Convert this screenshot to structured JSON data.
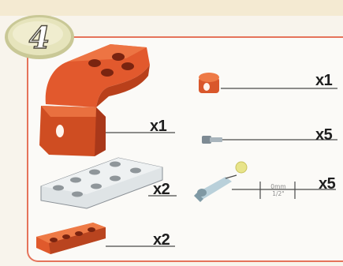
{
  "step": {
    "number": "4"
  },
  "parts": [
    {
      "name": "curved bracket",
      "quantity": "x1",
      "color": "#e2592d"
    },
    {
      "name": "flat plate",
      "quantity": "x2",
      "color": "#dbe0e2"
    },
    {
      "name": "bar",
      "quantity": "x2",
      "color": "#e05a2c"
    },
    {
      "name": "nut",
      "quantity": "x1",
      "color": "#d9572b"
    },
    {
      "name": "bolt",
      "quantity": "x5",
      "color": "#8a9aa6"
    },
    {
      "name": "peg",
      "quantity": "x5",
      "color": "#a9c4cf"
    }
  ],
  "measure": {
    "line1": "0mm",
    "line2": "1/2\""
  },
  "colors": {
    "frame": "#e5735a",
    "orange": "#e2592d",
    "badge": "#cfcfa0"
  }
}
